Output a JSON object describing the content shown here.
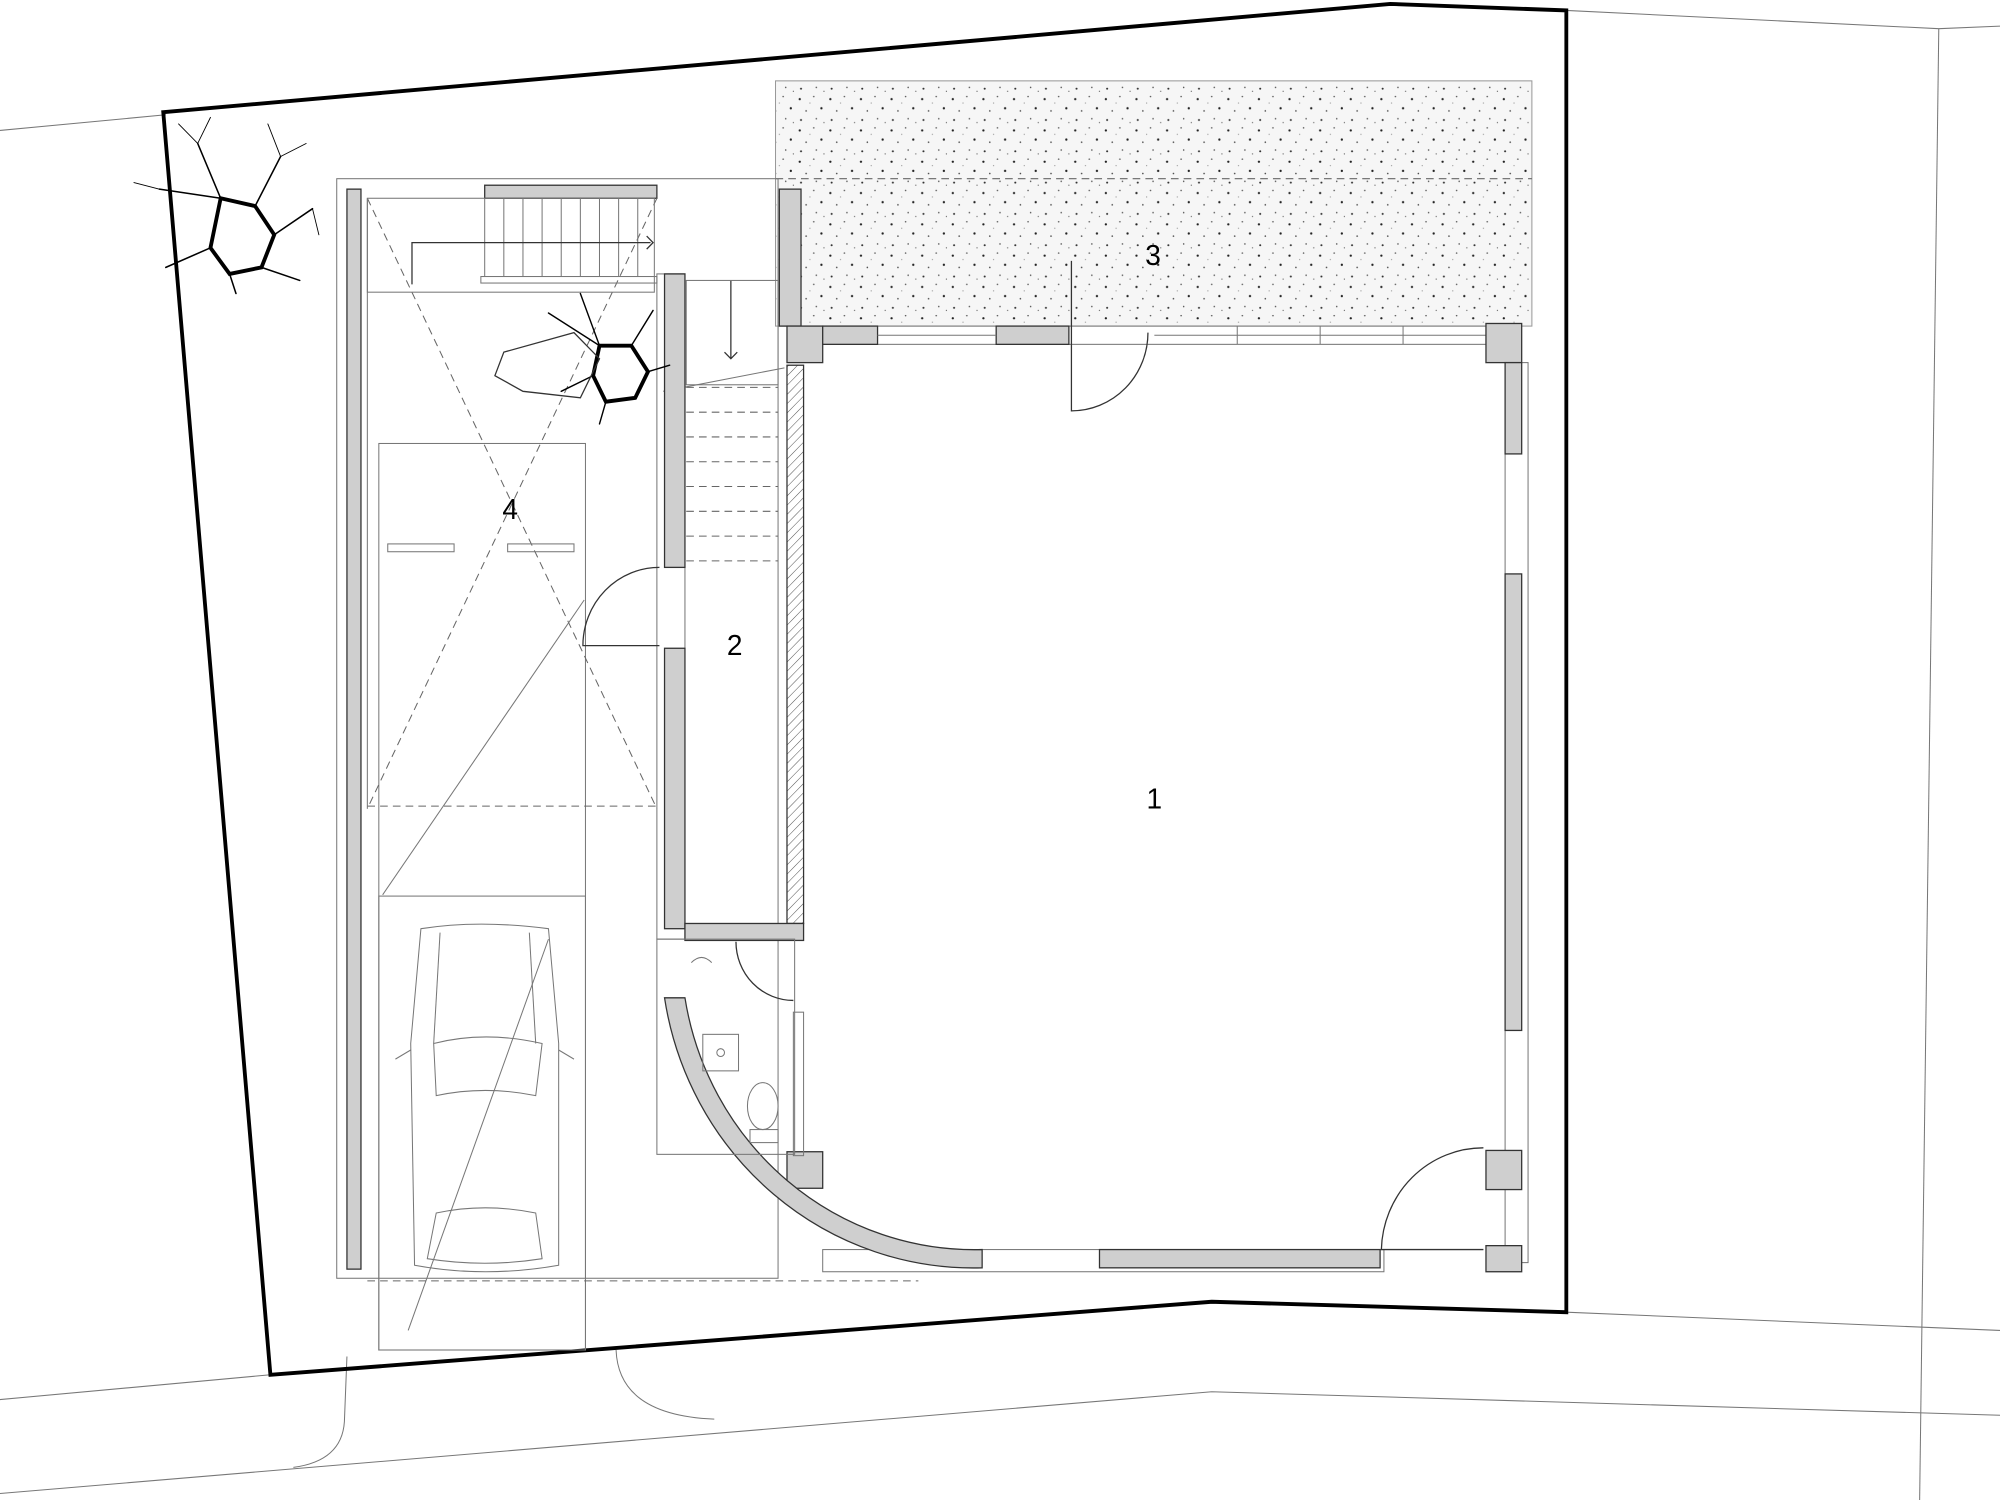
{
  "plan": {
    "rooms": [
      {
        "id": "room-1",
        "label": "1"
      },
      {
        "id": "room-2",
        "label": "2"
      },
      {
        "id": "room-3",
        "label": "3"
      },
      {
        "id": "room-4",
        "label": "4"
      }
    ],
    "colors": {
      "wall_fill": "#cfcfcf",
      "line": "#333333",
      "boundary": "#000000",
      "gravel": "#f4f4f4"
    }
  }
}
